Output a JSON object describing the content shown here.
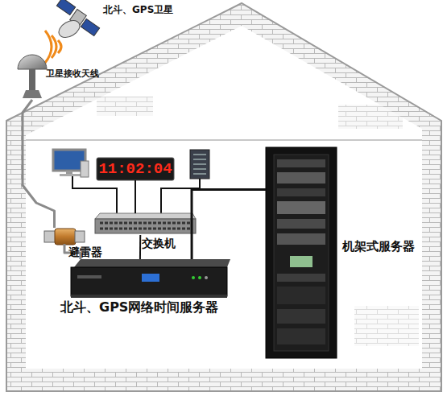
{
  "diagram": {
    "nodes": [
      {
        "text": [
          "北斗、GPS卫星"
        ]
      },
      {
        "text": [
          "卫星接收天线"
        ]
      },
      {
        "text": [
          "11:02:04"
        ]
      },
      {
        "text": [
          "交换机"
        ]
      },
      {
        "text": [
          "避雷器"
        ]
      },
      {
        "text": [
          "北斗、GPS网络时间服务器"
        ]
      },
      {
        "text": [
          "机架式服务器"
        ]
      }
    ],
    "edges": [
      {
        "from": 1,
        "to": 4,
        "arrow": "none"
      },
      {
        "from": 4,
        "to": 5,
        "arrow": "none"
      },
      {
        "from": 2,
        "to": 3,
        "arrow": "none"
      },
      {
        "from": 3,
        "to": 5,
        "arrow": "none"
      },
      {
        "from": 5,
        "to": 6,
        "arrow": "none"
      }
    ]
  }
}
